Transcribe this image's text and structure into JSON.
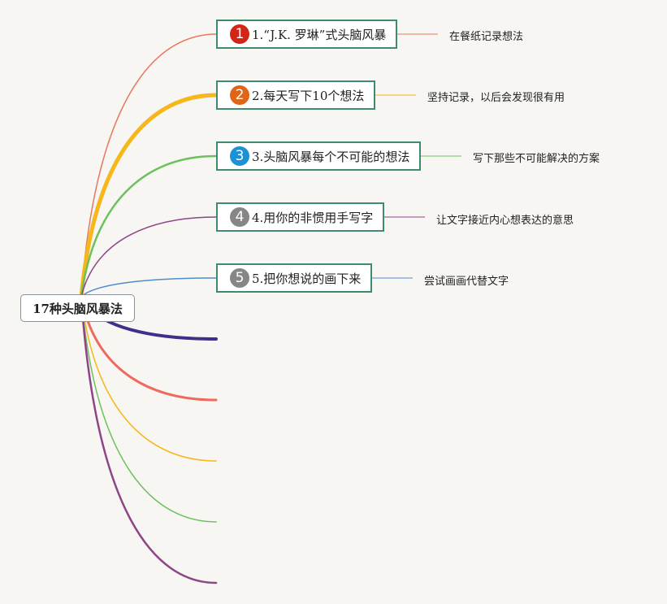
{
  "root": {
    "label": "17种头脑风暴法"
  },
  "topics": [
    {
      "number": "1",
      "label": "1.“J.K. 罗琳”式头脑风暴",
      "note": "在餐纸记录想法",
      "color": "#e8765f",
      "badge_color": "#d32415"
    },
    {
      "number": "2",
      "label": "2.每天写下10个想法",
      "note": "坚持记录，以后会发现很有用",
      "color": "#f6b71b",
      "badge_color": "#e06516"
    },
    {
      "number": "3",
      "label": "3.头脑风暴每个不可能的想法",
      "note": "写下那些不可能解决的方案",
      "color": "#6cc15d",
      "badge_color": "#1c92d4"
    },
    {
      "number": "4",
      "label": "4.用你的非惯用手写字",
      "note": "让文字接近内心想表达的意思",
      "color": "#8e4489",
      "badge_color": "#868686"
    },
    {
      "number": "5",
      "label": "5.把你想说的画下来",
      "note": "尝试画画代替文字",
      "color": "#4f8ccd",
      "badge_color": "#868686"
    }
  ],
  "empty_branches": [
    {
      "color": "#3d2f8a"
    },
    {
      "color": "#ee6a5c"
    },
    {
      "color": "#f6b71b"
    },
    {
      "color": "#6cc15d"
    },
    {
      "color": "#8e4489"
    }
  ]
}
